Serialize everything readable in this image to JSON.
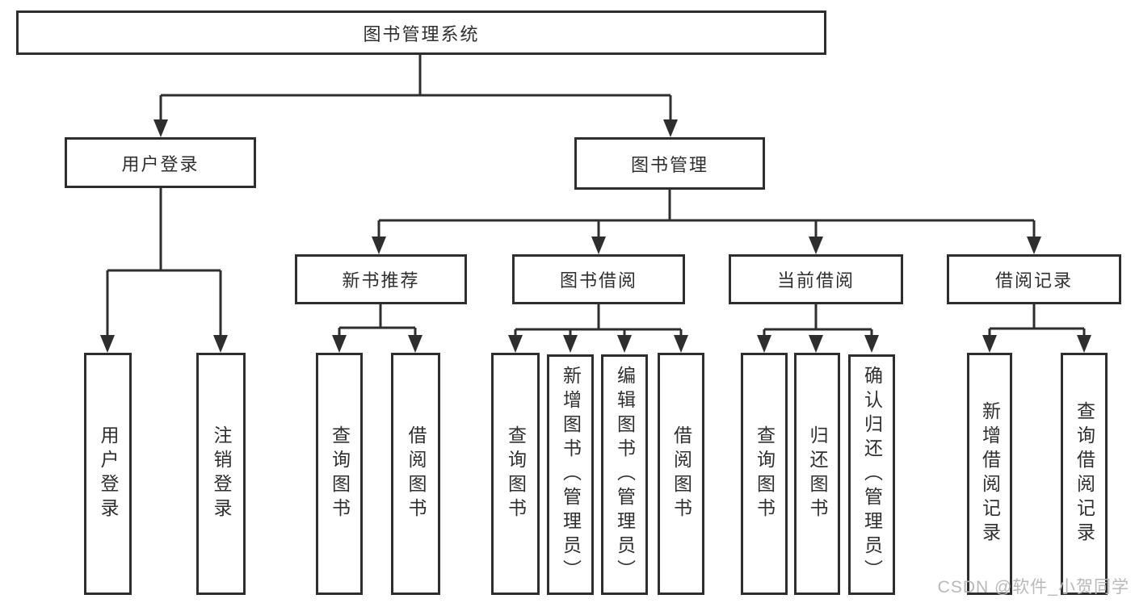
{
  "diagram": {
    "watermark": "CSDN @软件_小贺同学",
    "colors": {
      "line": "#2e2e2e",
      "border": "#2e2e2e",
      "text": "#2f2f2f",
      "watermark": "#b9b9b9",
      "background": "#ffffff"
    },
    "nodes": {
      "root": {
        "label": "图书管理系统"
      },
      "level2": [
        {
          "label": "用户登录"
        },
        {
          "label": "图书管理"
        }
      ],
      "level3": [
        {
          "label": "新书推荐",
          "parent": "图书管理"
        },
        {
          "label": "图书借阅",
          "parent": "图书管理"
        },
        {
          "label": "当前借阅",
          "parent": "图书管理"
        },
        {
          "label": "借阅记录",
          "parent": "图书管理"
        }
      ],
      "leaves": [
        {
          "label": "用户登录",
          "parent": "用户登录"
        },
        {
          "label": "注销登录",
          "parent": "用户登录"
        },
        {
          "label": "查询图书",
          "parent": "新书推荐"
        },
        {
          "label": "借阅图书",
          "parent": "新书推荐"
        },
        {
          "label": "查询图书",
          "parent": "图书借阅"
        },
        {
          "label": "新增图书（管理员）",
          "parent": "图书借阅"
        },
        {
          "label": "编辑图书（管理员）",
          "parent": "图书借阅"
        },
        {
          "label": "借阅图书",
          "parent": "图书借阅"
        },
        {
          "label": "查询图书",
          "parent": "当前借阅"
        },
        {
          "label": "归还图书",
          "parent": "当前借阅"
        },
        {
          "label": "确认归还（管理员）",
          "parent": "当前借阅"
        },
        {
          "label": "新增借阅记录",
          "parent": "借阅记录"
        },
        {
          "label": "查询借阅记录",
          "parent": "借阅记录"
        }
      ]
    }
  }
}
